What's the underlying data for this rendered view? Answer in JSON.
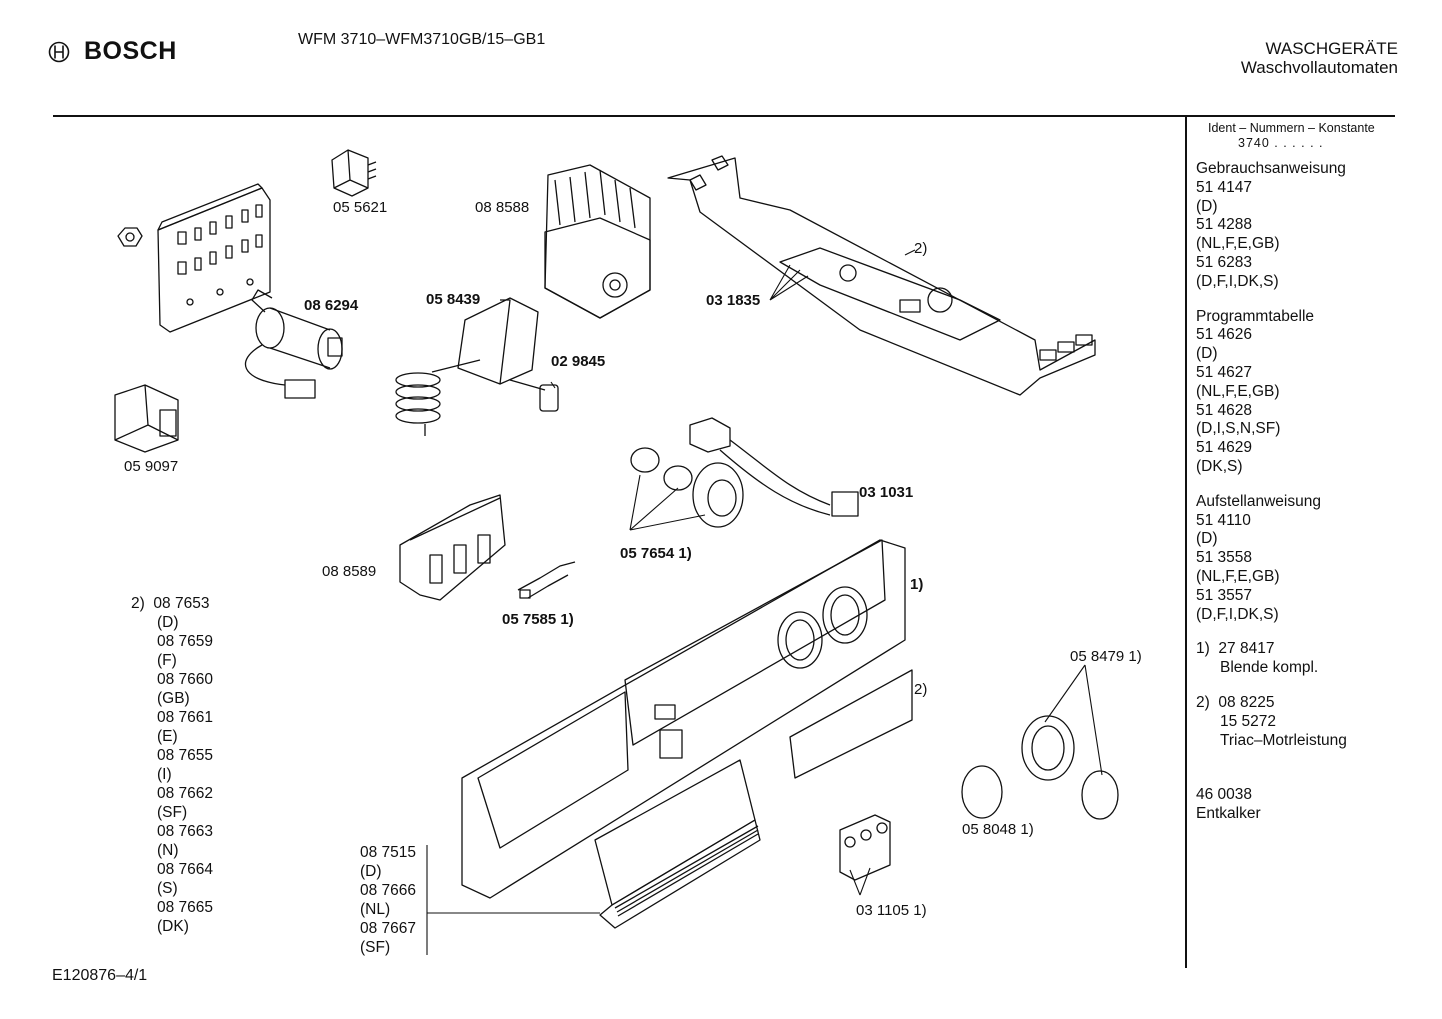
{
  "header": {
    "brand": "BOSCH",
    "model": "WFM 3710–WFM3710GB/15–GB1",
    "category_line1": "WASCHGERÄTE",
    "category_line2": "Waschvollautomaten"
  },
  "sidebar": {
    "ident_label": "Ident – Nummern – Konstante",
    "ident_value": "3740 . .  . . . .",
    "groups": [
      {
        "title": "Gebrauchsanweisung",
        "lines": [
          "51 4147",
          "(D)",
          "51 4288",
          "(NL,F,E,GB)",
          "51 6283",
          "(D,F,I,DK,S)"
        ]
      },
      {
        "title": "Programmtabelle",
        "lines": [
          "51 4626",
          "(D)",
          "51 4627",
          "(NL,F,E,GB)",
          "51 4628",
          "(D,I,S,N,SF)",
          "51 4629",
          "(DK,S)"
        ]
      },
      {
        "title": "Aufstellanweisung",
        "lines": [
          "51 4110",
          "(D)",
          "51 3558",
          "(NL,F,E,GB)",
          "51 3557",
          "(D,F,I,DK,S)"
        ]
      }
    ],
    "note1": {
      "marker": "1)",
      "lines": [
        "27 8417",
        "Blende kompl."
      ]
    },
    "note2": {
      "marker": "2)",
      "lines": [
        "08 8225",
        "15 5272",
        "Triac–Motrleistung"
      ]
    },
    "extra": {
      "lines": [
        "46 0038",
        "Entkalker"
      ]
    }
  },
  "parts": {
    "p055621": "05 5621",
    "p088588": "08 8588",
    "p086294": "08 6294",
    "p058439": "05 8439",
    "p029845": "02 9845",
    "p031835": "03 1835",
    "p059097": "05 9097",
    "p031031": "03 1031",
    "p057654": "05 7654 1)",
    "p088589": "08 8589",
    "p057585": "05 7585 1)",
    "p058479": "05 8479 1)",
    "p058048": "05 8048 1)",
    "p031105": "03 1105 1)",
    "m1": "1)",
    "m2a": "2)",
    "m2b": "2)"
  },
  "list_left": {
    "marker": "2)",
    "lines": [
      "08 7653",
      "(D)",
      "08 7659",
      "(F)",
      "08 7660",
      "(GB)",
      "08 7661",
      "(E)",
      "08 7655",
      "(I)",
      "08 7662",
      "(SF)",
      "08 7663",
      "(N)",
      "08 7664",
      "(S)",
      "08 7665",
      "(DK)"
    ]
  },
  "list_bottom": {
    "lines": [
      "08 7515",
      "(D)",
      "08 7666",
      "(NL)",
      "08 7667",
      "(SF)"
    ]
  },
  "footer": {
    "id": "E120876–4/1"
  }
}
